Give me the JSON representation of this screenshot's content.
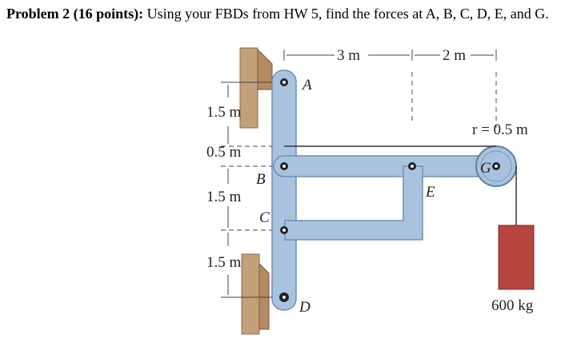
{
  "problem": {
    "heading": "Problem 2 (16 points):",
    "text": "Using your FBDs from HW 5, find the forces at A, B, C, D, E, and G."
  },
  "diagram": {
    "points": {
      "A": "A",
      "B": "B",
      "C": "C",
      "D": "D",
      "E": "E",
      "G": "G"
    },
    "dimensions": {
      "span_1": "3 m",
      "span_2": "2 m",
      "vert_1": "1.5 m",
      "vert_2": "0.5 m",
      "vert_3": "1.5 m",
      "vert_4": "1.5 m",
      "radius": "r = 0.5 m"
    },
    "mass_label": "600 kg"
  },
  "colors": {
    "frame": "#a9c3df",
    "frame_edge": "#6d8fb5",
    "wall": "#c4a07a",
    "mass": "#b8443f",
    "cable": "#333333"
  }
}
